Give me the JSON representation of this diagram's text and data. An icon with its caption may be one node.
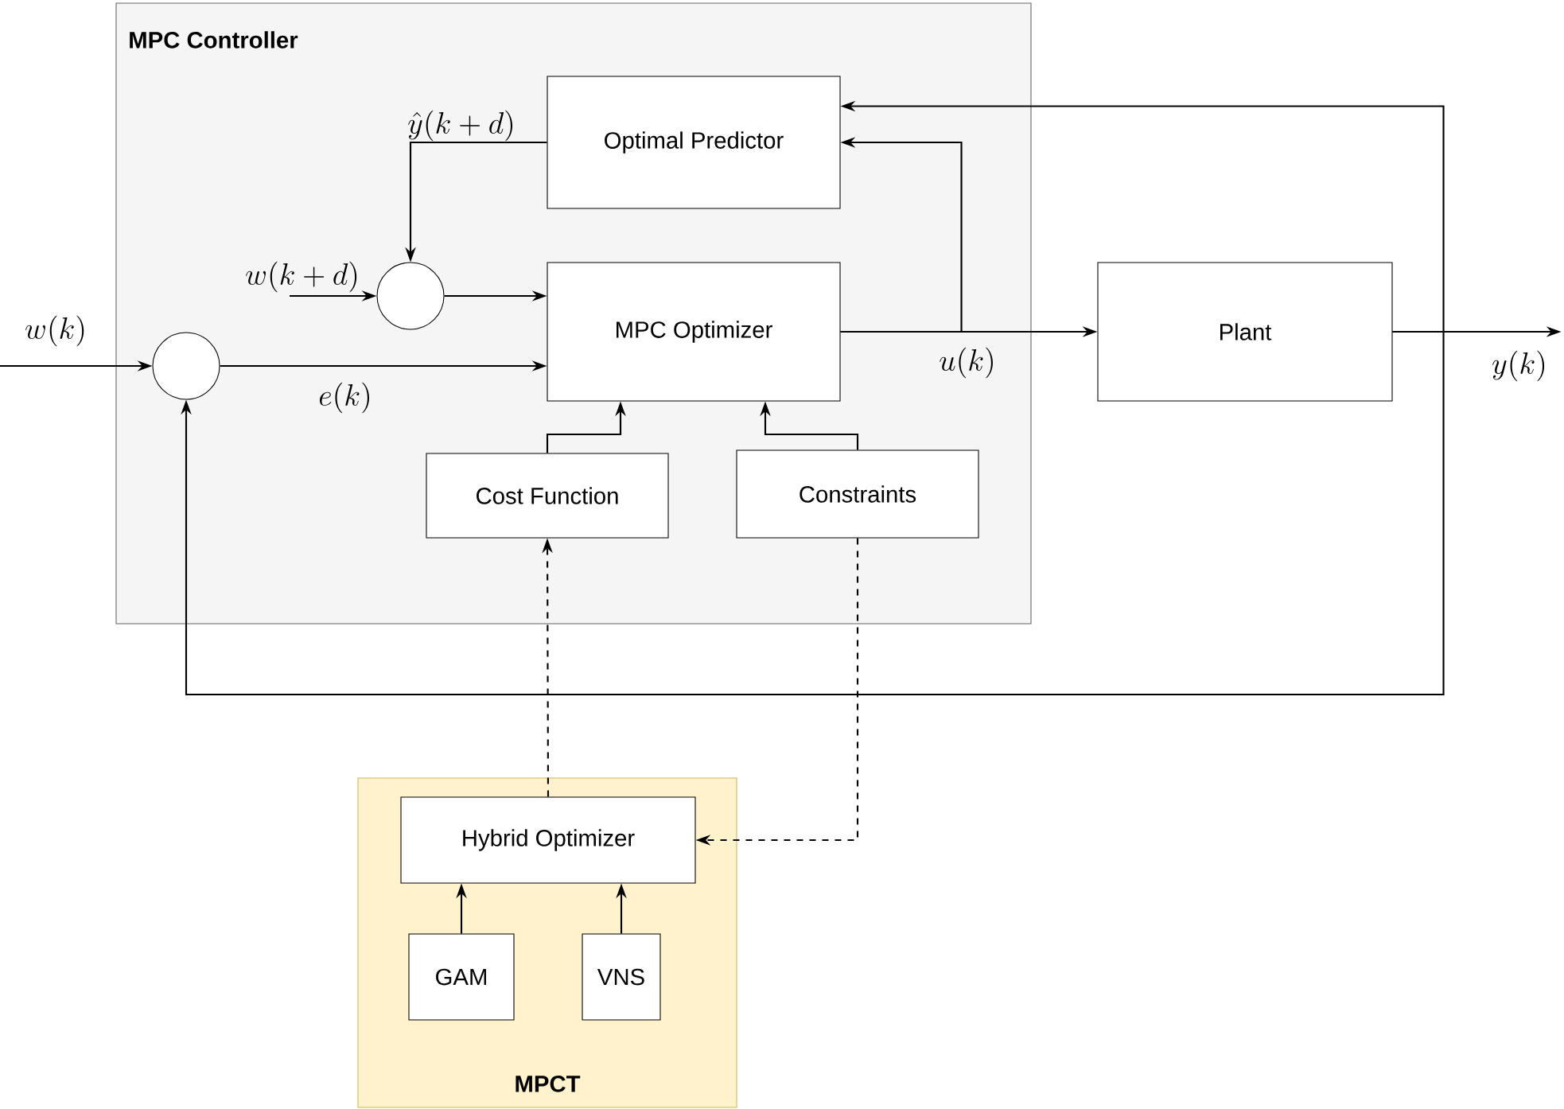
{
  "diagram": {
    "nodes": [
      {
        "text": [
          "MPC Controller"
        ]
      },
      {
        "text": [
          "Optimal Predictor"
        ],
        "in": 0
      },
      {
        "text": [
          "MPC Optimizer"
        ],
        "in": 0
      },
      {
        "text": [
          "Cost Function"
        ],
        "in": 0
      },
      {
        "text": [
          "Constraints"
        ],
        "in": 0
      },
      {
        "text": [],
        "shape": "circle",
        "in": 0
      },
      {
        "text": [],
        "shape": "circle",
        "in": 0
      },
      {
        "text": [
          "Plant"
        ]
      },
      {
        "text": [
          "MPCT"
        ]
      },
      {
        "text": [
          "Hybrid Optimizer"
        ],
        "in": 8
      },
      {
        "text": [
          "GAM"
        ],
        "in": 8
      },
      {
        "text": [
          "VNS"
        ],
        "in": 8
      }
    ],
    "edges": [
      {
        "from": null,
        "to": 5,
        "arrow": "to",
        "label": "w(k)"
      },
      {
        "from": 5,
        "to": 2,
        "arrow": "to",
        "label": "e(k)"
      },
      {
        "from": 6,
        "to": 2,
        "arrow": "to"
      },
      {
        "from": null,
        "to": 6,
        "arrow": "to",
        "label": "w(k+d)"
      },
      {
        "from": 1,
        "to": 6,
        "arrow": "to",
        "label": "\\hat{y}(k+d)"
      },
      {
        "from": 2,
        "to": 7,
        "arrow": "to",
        "label": "u(k)"
      },
      {
        "from": 2,
        "to": 1,
        "arrow": "to"
      },
      {
        "from": 7,
        "to": null,
        "arrow": "to",
        "label": "y(k)"
      },
      {
        "from": 7,
        "to": 1,
        "arrow": "to"
      },
      {
        "from": 7,
        "to": 5,
        "arrow": "to"
      },
      {
        "from": 3,
        "to": 2,
        "arrow": "to"
      },
      {
        "from": 4,
        "to": 2,
        "arrow": "to"
      },
      {
        "from": 9,
        "to": 3,
        "arrow": "to",
        "style": "dashed"
      },
      {
        "from": 4,
        "to": 9,
        "arrow": "to",
        "style": "dashed"
      },
      {
        "from": 10,
        "to": 9,
        "arrow": "to"
      },
      {
        "from": 11,
        "to": 9,
        "arrow": "to"
      }
    ]
  }
}
